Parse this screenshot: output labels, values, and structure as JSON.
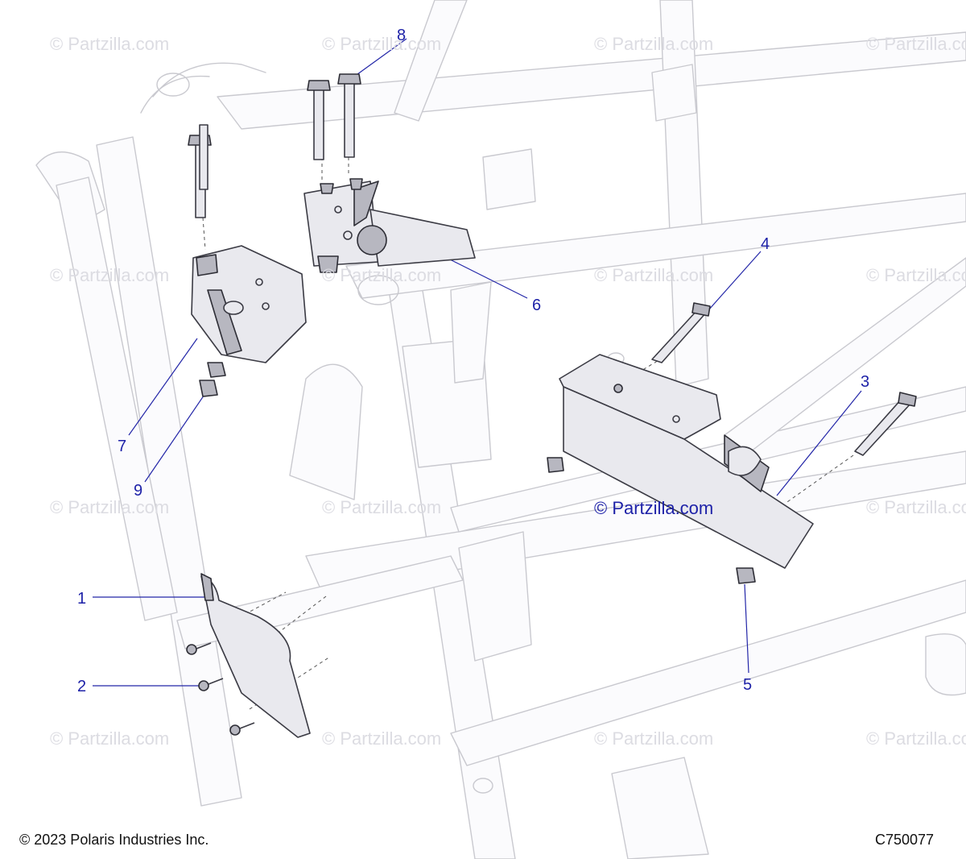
{
  "watermark": "© Partzilla.com",
  "callouts": {
    "c1": "1",
    "c2": "2",
    "c3": "3",
    "c4": "4",
    "c5": "5",
    "c6": "6",
    "c7": "7",
    "c8": "8",
    "c9": "9"
  },
  "footer": {
    "copyright": "© 2023 Polaris Industries Inc.",
    "diagram_code": "C750077"
  },
  "colors": {
    "callout": "#1e22a8",
    "frame_outline": "#c9c9cf",
    "part_outline": "#3b3b44"
  }
}
